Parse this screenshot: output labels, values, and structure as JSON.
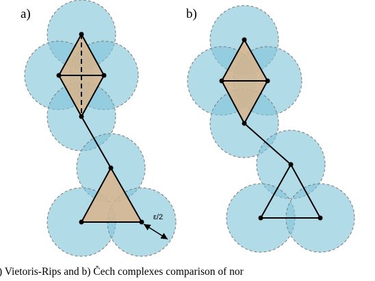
{
  "panels": [
    {
      "id": "a",
      "label": "a)"
    },
    {
      "id": "b",
      "label": "b)"
    }
  ],
  "epsilon_label": "ε/2",
  "caption": "(a) Vietoris-Rips and b) Čech complexes comparison of nor",
  "colors": {
    "ball_fill": "#7ec3d8",
    "ball_stroke": "#7a7a7a",
    "simplex_fill": "#d7b48c",
    "edge": "#000000",
    "vertex": "#000000"
  }
}
